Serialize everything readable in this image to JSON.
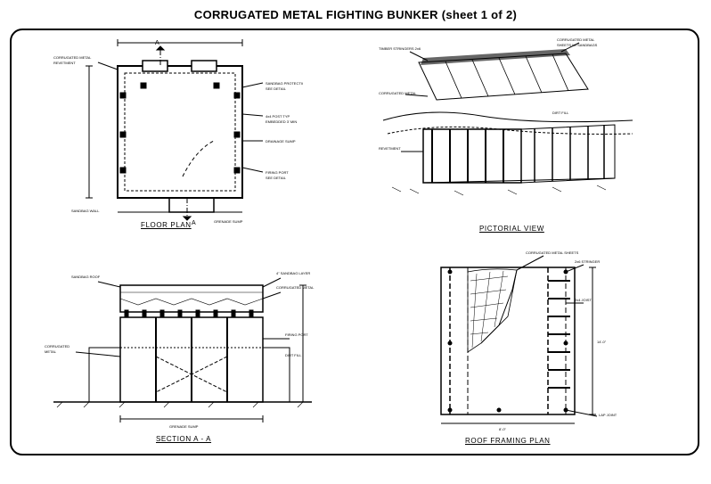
{
  "sheet": {
    "title": "CORRUGATED METAL FIGHTING BUNKER (sheet 1 of 2)"
  },
  "views": {
    "floor_plan": {
      "caption": "FLOOR PLAN"
    },
    "pictorial_view": {
      "caption": "PICTORIAL VIEW"
    },
    "section_a_a": {
      "caption": "SECTION A - A"
    },
    "roof_framing_plan": {
      "caption": "ROOF FRAMING PLAN"
    }
  },
  "markers": {
    "section_cut": "A"
  },
  "colors": {
    "line": "#000000",
    "paper": "#ffffff"
  }
}
